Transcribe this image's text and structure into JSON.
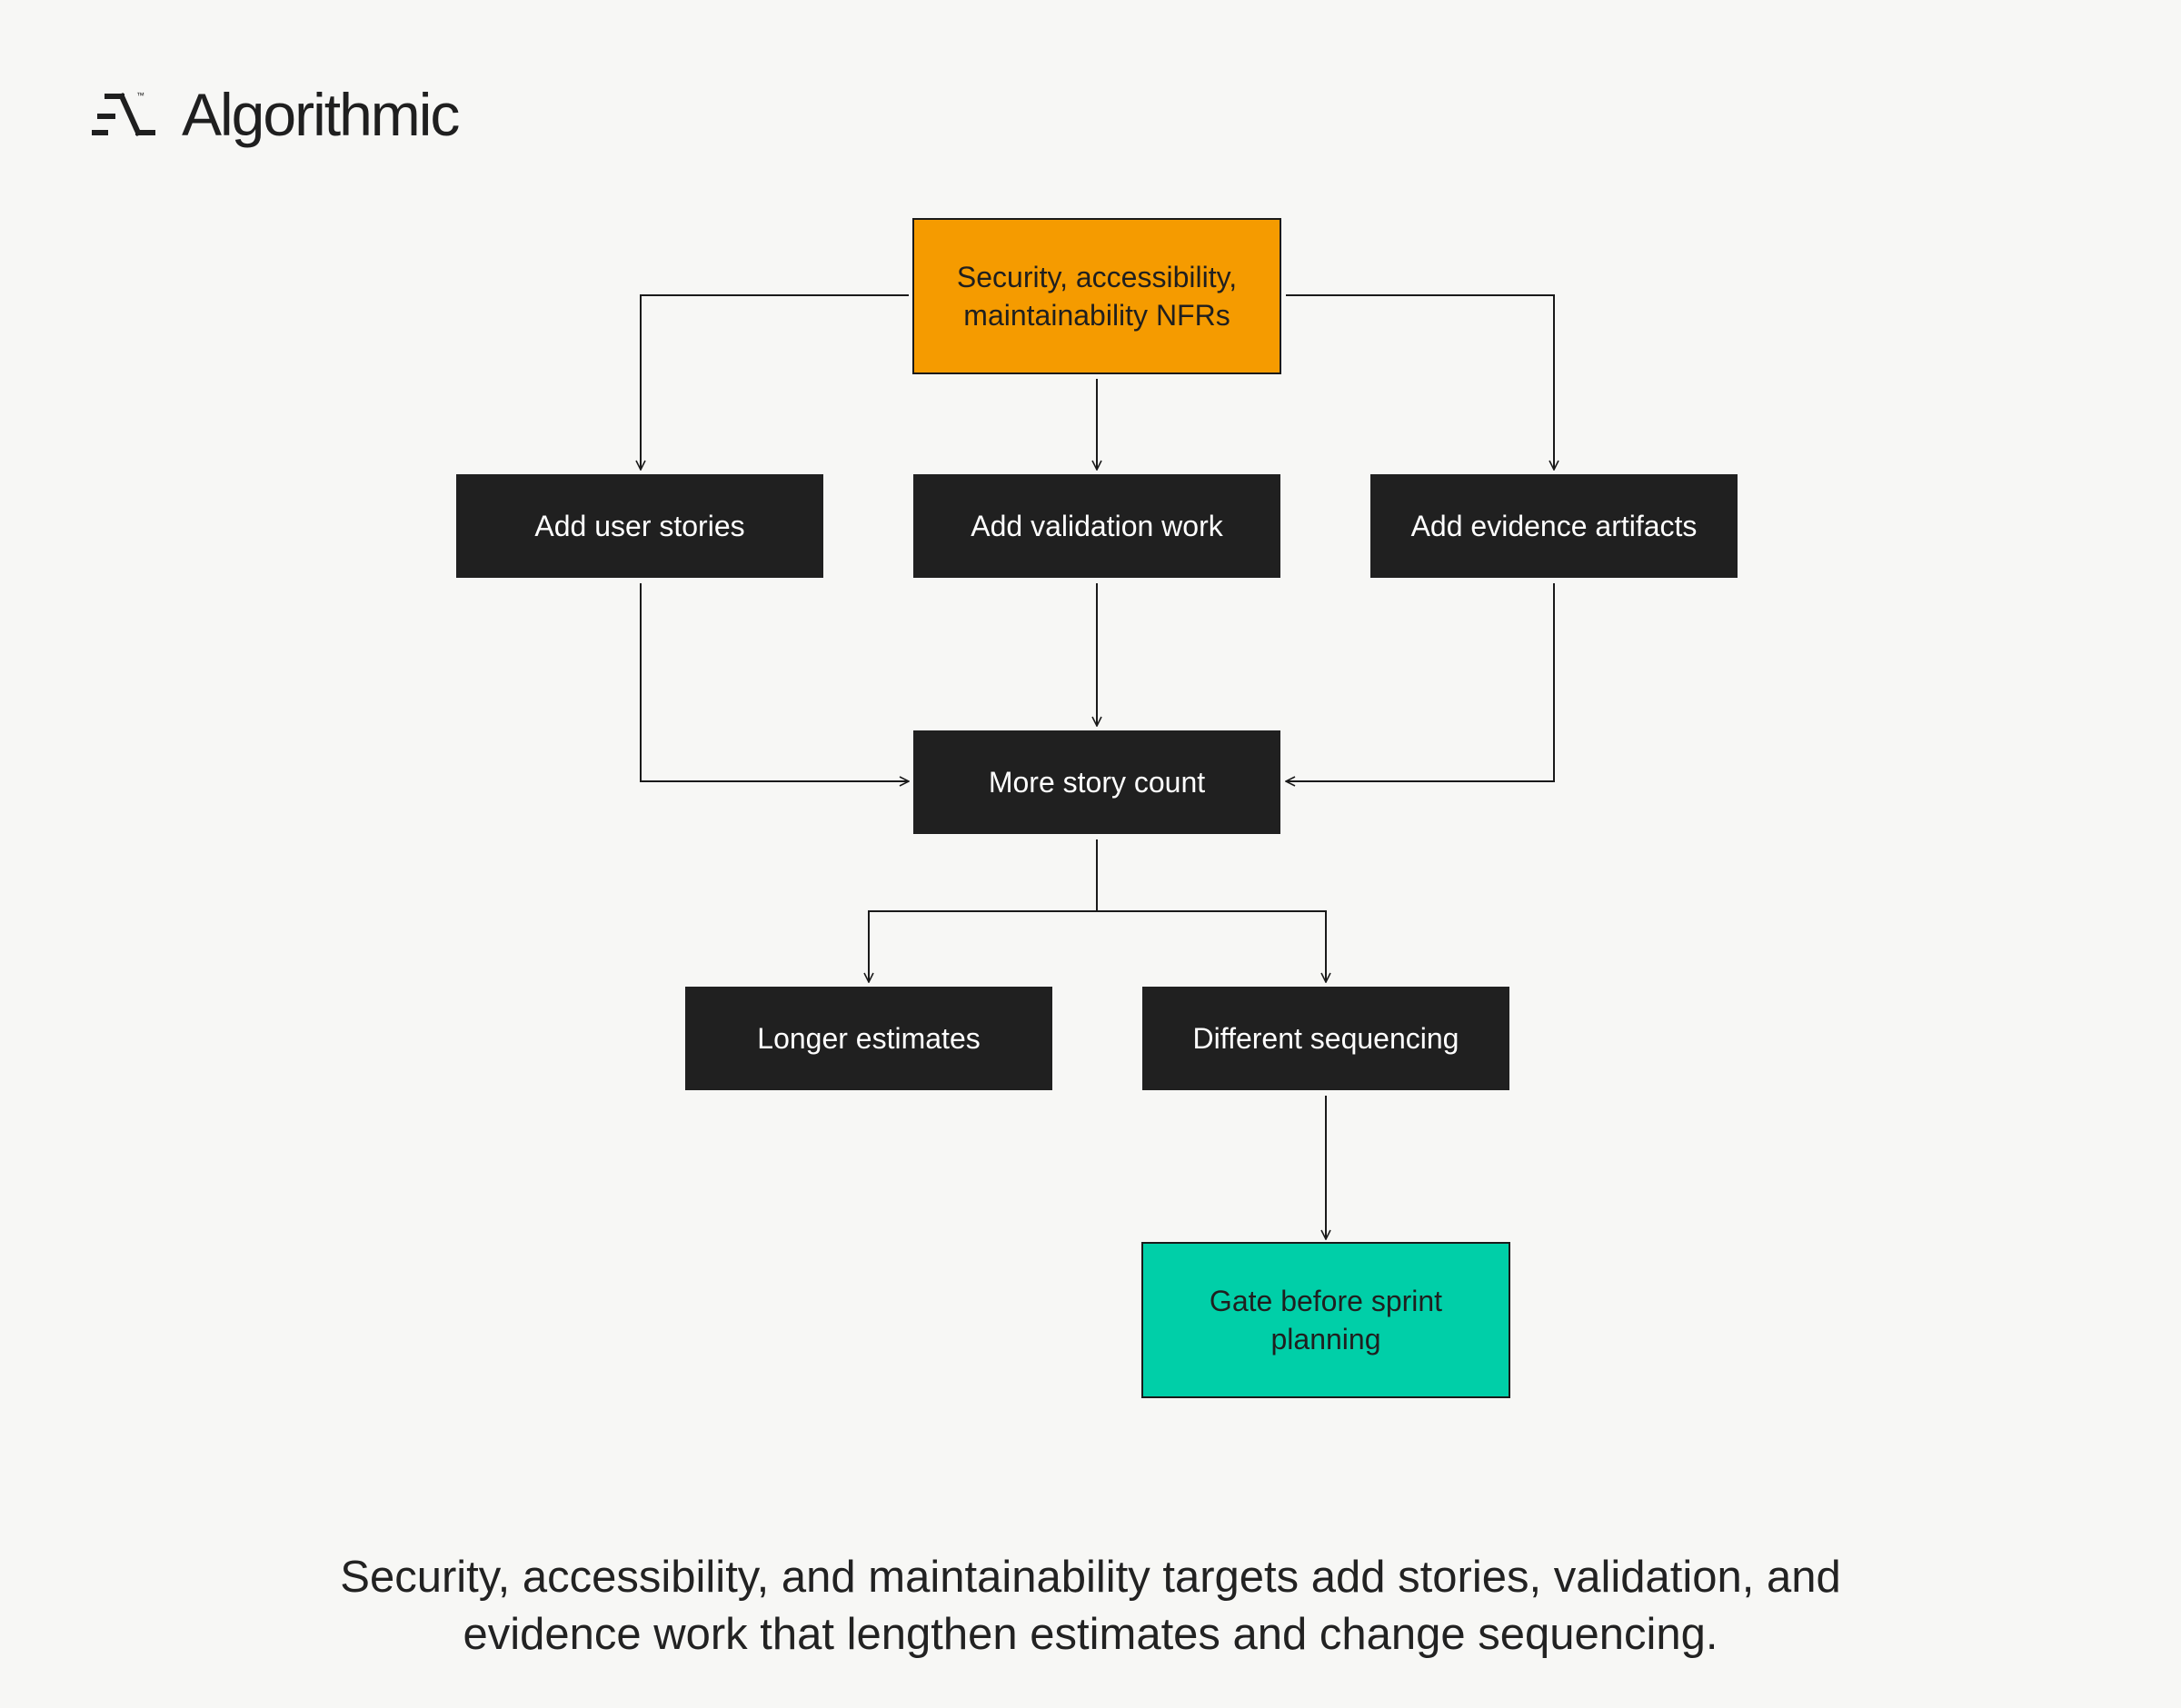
{
  "brand": {
    "name": "Algorithmic",
    "logo_icon": "algorithmic-logo-icon",
    "trademark": "™"
  },
  "colors": {
    "dark": "#202020",
    "orange": "#f59b00",
    "teal": "#00cfa8",
    "line": "#1a1a1a",
    "background": "#f7f7f5"
  },
  "nodes": {
    "nfrs": [
      "Security, accessibility,",
      "maintainability NFRs"
    ],
    "user_stories": "Add user stories",
    "validation": "Add validation work",
    "evidence": "Add evidence artifacts",
    "story_count": "More story count",
    "estimates": "Longer estimates",
    "sequencing": "Different sequencing",
    "gate": [
      "Gate before sprint",
      "planning"
    ]
  },
  "edges": [
    [
      "nfrs",
      "user_stories"
    ],
    [
      "nfrs",
      "validation"
    ],
    [
      "nfrs",
      "evidence"
    ],
    [
      "user_stories",
      "story_count"
    ],
    [
      "validation",
      "story_count"
    ],
    [
      "evidence",
      "story_count"
    ],
    [
      "story_count",
      "estimates"
    ],
    [
      "story_count",
      "sequencing"
    ],
    [
      "sequencing",
      "gate"
    ]
  ],
  "caption": {
    "line1": "Security, accessibility, and maintainability targets add stories, validation, and",
    "line2": "evidence work that lengthen estimates and change sequencing."
  }
}
